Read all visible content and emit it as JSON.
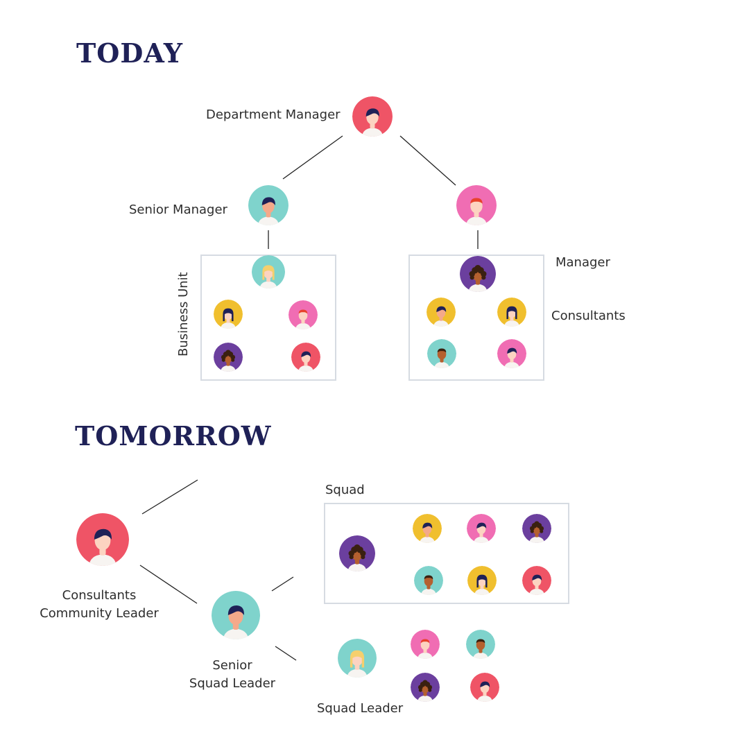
{
  "sections": {
    "today": "TODAY",
    "tomorrow": "TOMORROW"
  },
  "today": {
    "department_manager": "Department Manager",
    "senior_manager": "Senior Manager",
    "business_unit": "Business Unit",
    "manager": "Manager",
    "consultants": "Consultants"
  },
  "tomorrow": {
    "squad": "Squad",
    "community_leader_line1": "Consultants",
    "community_leader_line2": "Community Leader",
    "senior_squad_leader_line1": "Senior",
    "senior_squad_leader_line2": "Squad Leader",
    "squad_leader": "Squad Leader"
  },
  "colors": {
    "heading": "#1f2157",
    "red": "#ef5466",
    "teal": "#7fd3cc",
    "pink": "#f06db3",
    "purple": "#6b3f9e",
    "yellow": "#f0bf2e",
    "box_border": "#d6dbe2"
  },
  "icons": [
    "person-avatar-icon"
  ]
}
